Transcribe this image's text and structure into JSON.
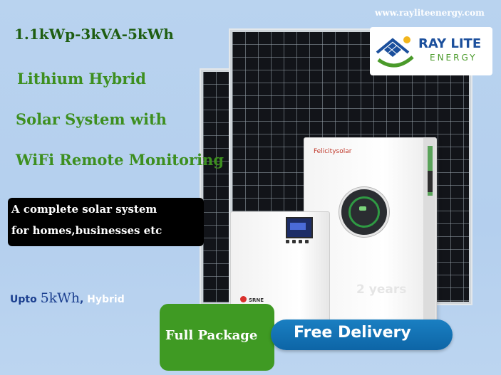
{
  "header": {
    "website": "www.rayliteenergy.com",
    "spec": "1.1kWp-3kVA-5kWh",
    "headline_lines": [
      "Lithium Hybrid",
      "Solar System with",
      "WiFi Remote Monitoring"
    ]
  },
  "logo": {
    "brand_line_1": "RAY LITE",
    "brand_line_2": "ENERGY",
    "icon": "solar-house-logo-icon"
  },
  "product": {
    "battery_inverter_brand": "Felicitysolar",
    "small_inverter_brand": "SRNE",
    "warranty": "2 years"
  },
  "description": {
    "line_1": "A complete solar system",
    "line_2": "for homes,businesses etc"
  },
  "capacity": {
    "prefix": "Upto ",
    "value": "5kWh",
    "separator": ", ",
    "type": "Hybrid"
  },
  "badges": {
    "package": "Full Package",
    "delivery": "Free Delivery"
  },
  "colors": {
    "headline_green": "#3d8f1f",
    "brand_blue": "#1b4f9c",
    "package_green": "#3f9a23",
    "delivery_blue": "#1a7fc2",
    "background": "#b9d3ef"
  }
}
